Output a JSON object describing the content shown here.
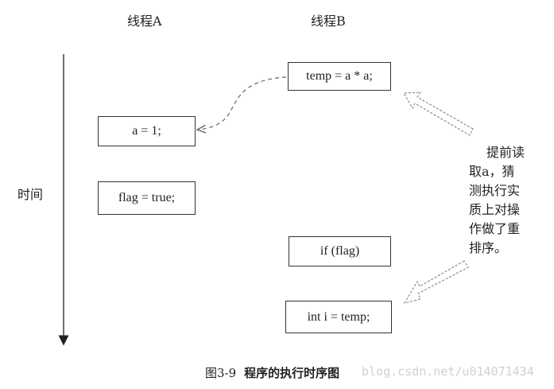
{
  "threads": {
    "a_title": "线程A",
    "b_title": "线程B"
  },
  "axis": {
    "time_label": "时间"
  },
  "thread_a_ops": [
    {
      "code": "a = 1;"
    },
    {
      "code": "flag = true;"
    }
  ],
  "thread_b_ops": [
    {
      "code": "temp = a * a;"
    },
    {
      "code": "if (flag)"
    },
    {
      "code": "int i = temp;"
    }
  ],
  "note": {
    "lines": [
      "提前读",
      "取a，猜",
      "测执行实",
      "质上对操",
      "作做了重",
      "排序。"
    ]
  },
  "caption": {
    "figure_number": "图3-9",
    "title": "程序的执行时序图"
  },
  "watermark": "blog.csdn.net/u014071434",
  "colors": {
    "line": "#222222",
    "dashed_arrow": "#666666",
    "box_border": "#333333"
  }
}
